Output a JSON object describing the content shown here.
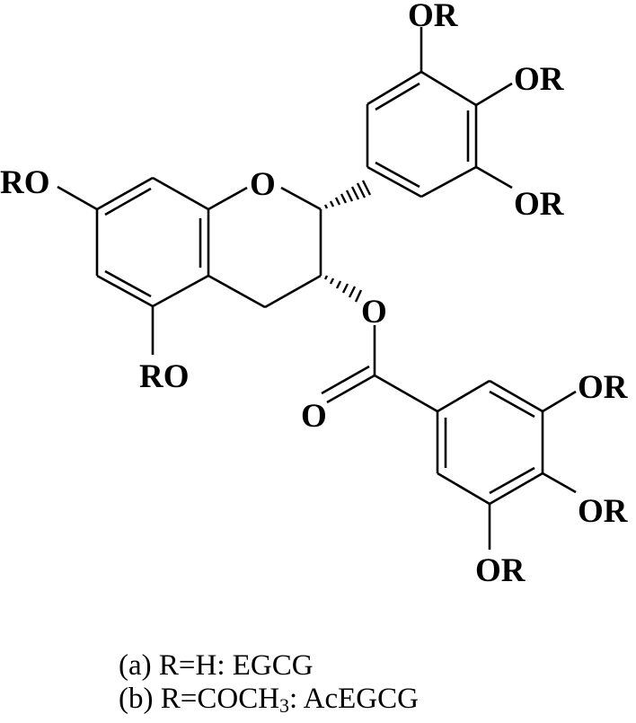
{
  "figure": {
    "type": "chemical-structure",
    "compound_scaffold": "epigallocatechin gallate core with R substituents",
    "atom_labels": {
      "ro_a7": "RO",
      "ro_a5": "RO",
      "ring_oxygen": "O",
      "ester_oxygen": "O",
      "carbonyl_oxygen": "O",
      "or_b3": "OR",
      "or_b4": "OR",
      "or_b5": "OR",
      "or_g3": "OR",
      "or_g4": "OR",
      "or_g5": "OR"
    },
    "stroke_color": "#000000",
    "background": "#ffffff"
  },
  "caption": {
    "line_a": {
      "prefix": "(a) R=H: ",
      "name": "EGCG"
    },
    "line_b": {
      "prefix": "(b) R=COCH",
      "subscript": "3",
      "suffix": ": ",
      "name": "AcEGCG"
    }
  }
}
